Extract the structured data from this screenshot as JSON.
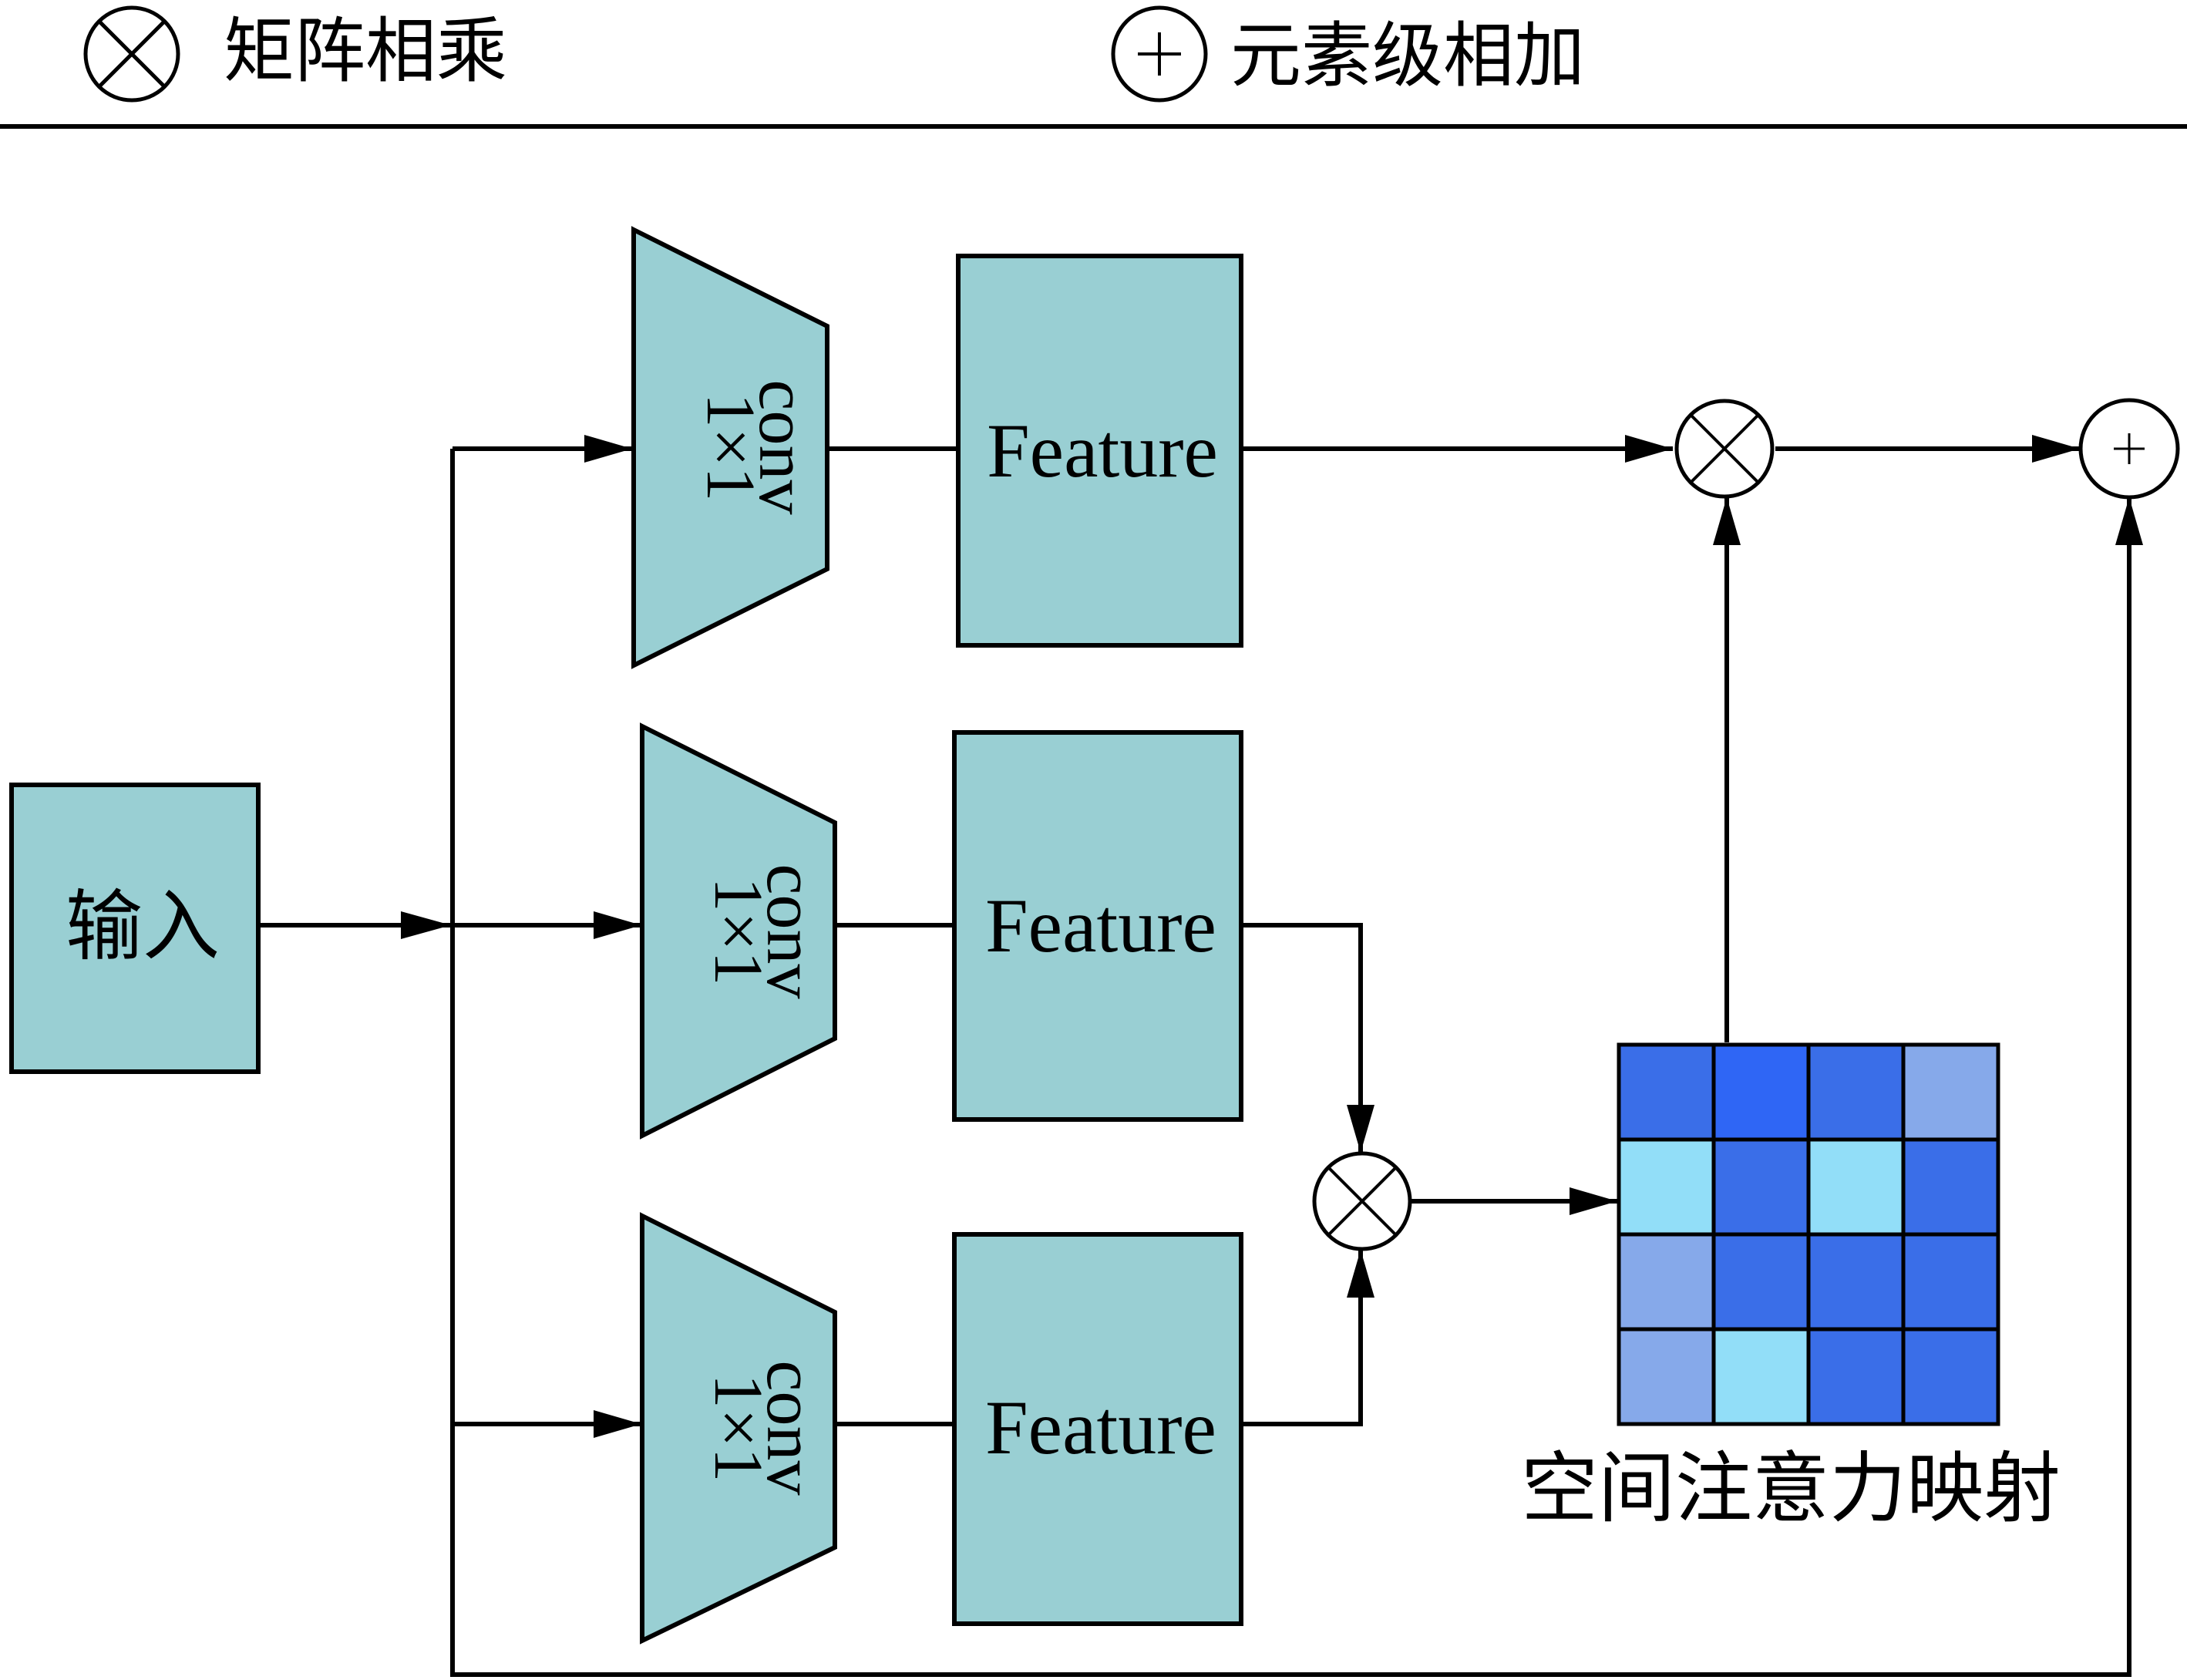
{
  "legend": {
    "multiply_label": "矩阵相乘",
    "add_label": "元素级相加"
  },
  "input": {
    "label": "输入"
  },
  "branches": [
    {
      "conv_line1": "1×1",
      "conv_line2": "conv",
      "feature_label": "Feature"
    },
    {
      "conv_line1": "1×1",
      "conv_line2": "conv",
      "feature_label": "Feature"
    },
    {
      "conv_line1": "1×1",
      "conv_line2": "conv",
      "feature_label": "Feature"
    }
  ],
  "attention_map": {
    "label": "空间注意力映射",
    "grid": [
      [
        "#3a6ee8",
        "#2f66f5",
        "#3a6ee8",
        "#86a9ea"
      ],
      [
        "#92def8",
        "#3a6ee8",
        "#92def8",
        "#3a6ee8"
      ],
      [
        "#86a9ea",
        "#3a6ee8",
        "#3a6ee8",
        "#3a6ee8"
      ],
      [
        "#86a9ea",
        "#92def8",
        "#3a6ee8",
        "#3a6ee8"
      ]
    ]
  },
  "colors": {
    "box_fill": "#99cfd3",
    "stroke": "#000000"
  }
}
